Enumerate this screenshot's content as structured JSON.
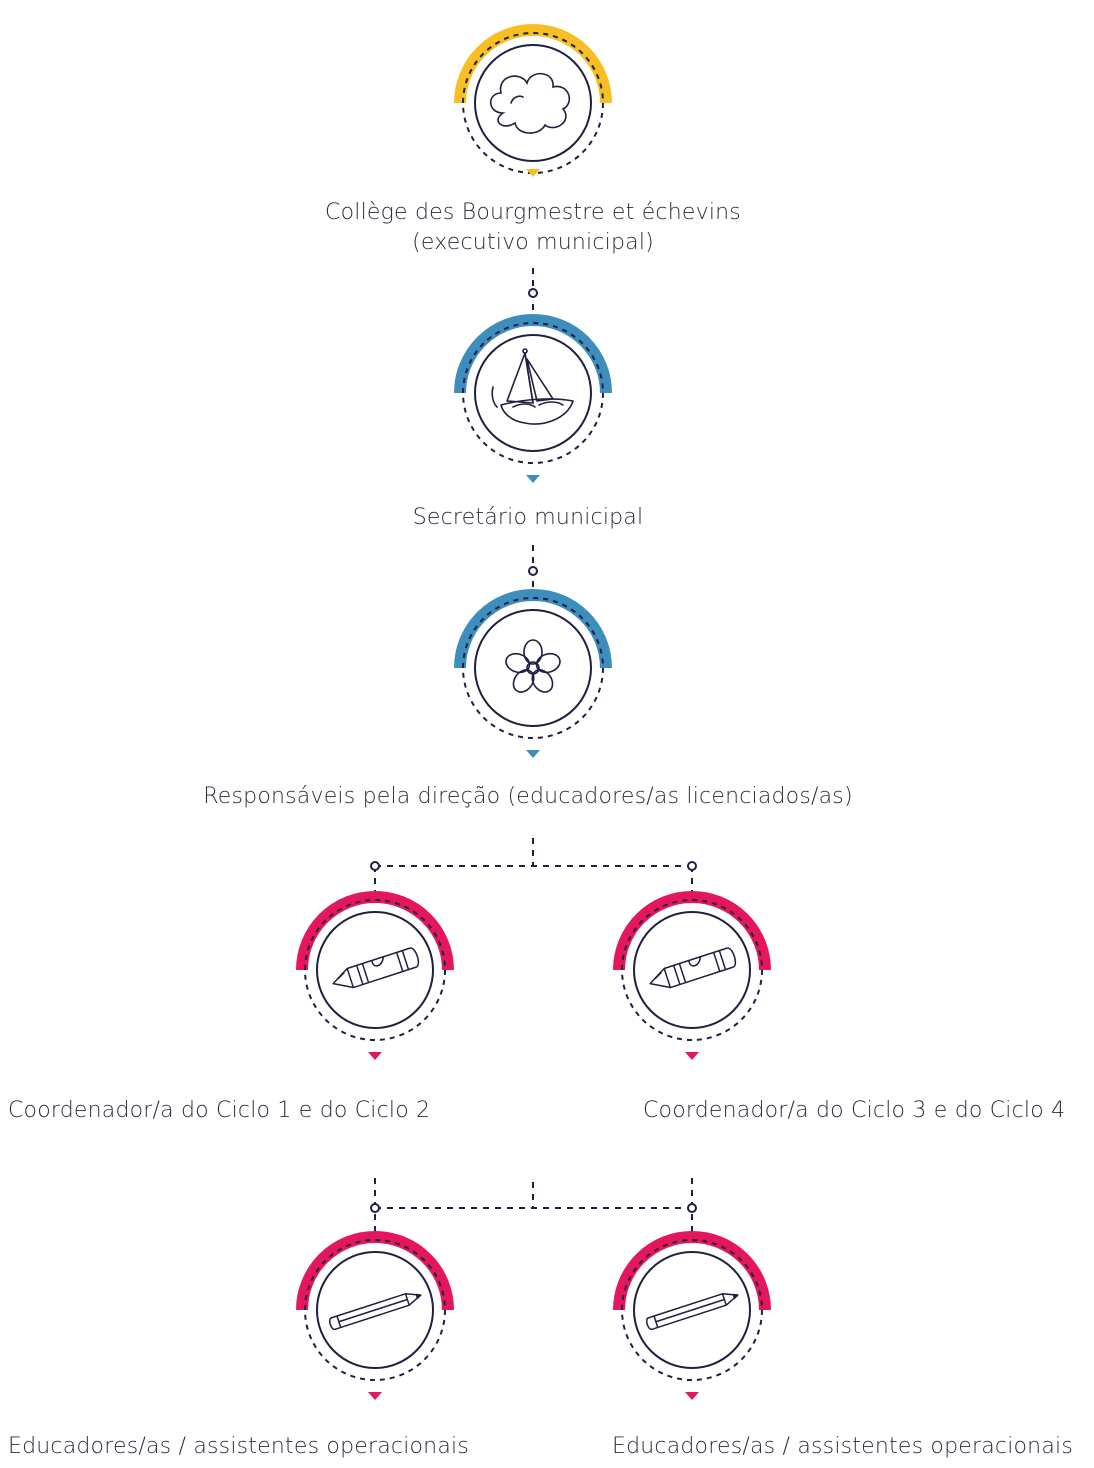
{
  "colors": {
    "yellow": "#f7bf24",
    "blue": "#3d8dbd",
    "pink": "#e4175c",
    "ink": "#1f2040"
  },
  "nodes": [
    {
      "id": "college",
      "icon": "cloud-icon",
      "color": "yellow",
      "label_lines": [
        "Collège des Bourgmestre et échevins",
        "(executivo municipal)"
      ]
    },
    {
      "id": "secretario",
      "icon": "sailboat-icon",
      "color": "blue",
      "label_lines": [
        "Secretário municipal"
      ]
    },
    {
      "id": "direcao",
      "icon": "flower-icon",
      "color": "blue",
      "label_lines": [
        "Responsáveis pela direção (educadores/as licenciados/as)"
      ]
    },
    {
      "id": "coord-1-2",
      "icon": "crayon-icon",
      "color": "pink",
      "label_lines": [
        "Coordenador/a do Ciclo 1 e do Ciclo 2"
      ]
    },
    {
      "id": "coord-3-4",
      "icon": "crayon-icon",
      "color": "pink",
      "label_lines": [
        "Coordenador/a do Ciclo 3 e do Ciclo 4"
      ]
    },
    {
      "id": "educadores-left",
      "icon": "pencil-icon",
      "color": "pink",
      "label_lines": [
        "Educadores/as / assistentes operacionais"
      ]
    },
    {
      "id": "educadores-right",
      "icon": "pencil-icon",
      "color": "pink",
      "label_lines": [
        "Educadores/as / assistentes operacionais"
      ]
    }
  ]
}
